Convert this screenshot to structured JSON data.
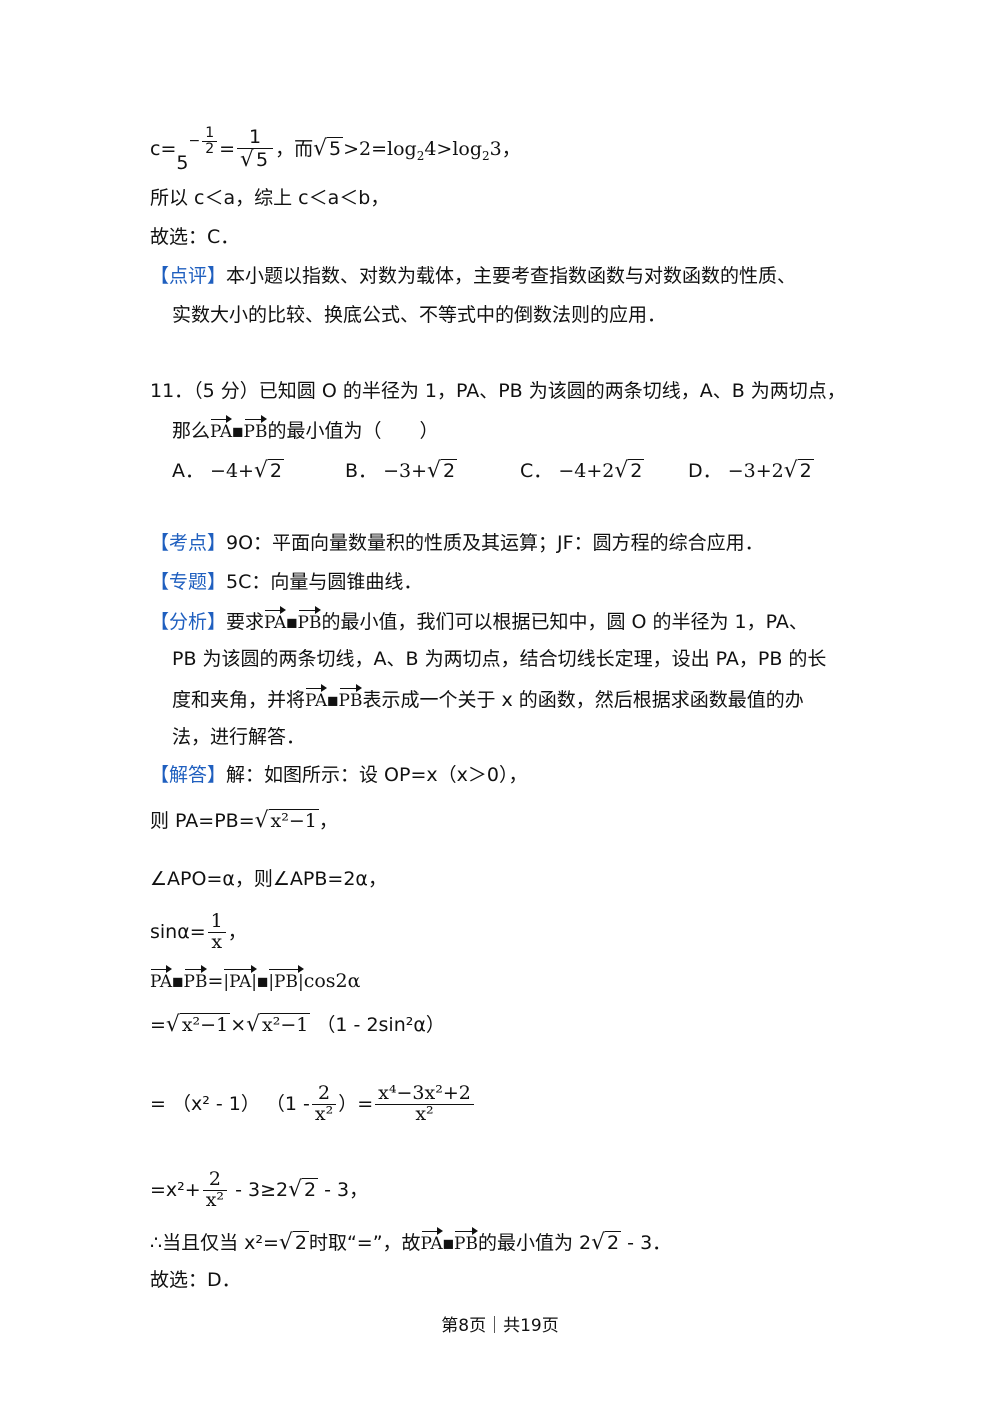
{
  "prev": {
    "line1_c": "c=",
    "line1_five": "5",
    "line1_exp_num": "1",
    "line1_exp_den": "2",
    "line1_eq": "=",
    "line1_frac_num": "1",
    "line1_frac_den": "5",
    "line1_comma": "，而",
    "line1_rad": "5",
    "line1_rest": ">2=log",
    "line1_sub2a": "2",
    "line1_four": "4>log",
    "line1_sub2b": "2",
    "line1_end": "3，",
    "line2": "所以 c＜a，综上 c＜a＜b，",
    "line3": "故选：C．",
    "review_tag": "【点评】",
    "review_1": "本小题以指数、对数为载体，主要考查指数函数与对数函数的性质、",
    "review_2": "实数大小的比较、换底公式、不等式中的倒数法则的应用．"
  },
  "q11": {
    "stem_1": "11．（5 分）已知圆 O 的半径为 1，PA、PB 为该圆的两条切线，A、B 为两切点，",
    "stem_2a": "那么",
    "stem_2b": "的最小值为（　　）",
    "vec_pa": "PA",
    "vec_pb": "PB",
    "optA_label": "A．",
    "optA_val": "−4+",
    "optA_rad": "2",
    "optB_label": "B．",
    "optB_val": "−3+",
    "optB_rad": "2",
    "optC_label": "C．",
    "optC_val": "−4+2",
    "optC_rad": "2",
    "optD_label": "D．",
    "optD_val": "−3+2",
    "optD_rad": "2"
  },
  "kaodian": {
    "tag": "【考点】",
    "text": "9O：平面向量数量积的性质及其运算；JF：圆方程的综合应用．"
  },
  "zhuanti": {
    "tag": "【专题】",
    "text": "5C：向量与圆锥曲线．"
  },
  "fenxi": {
    "tag": "【分析】",
    "l1a": "要求",
    "l1b": "的最小值，我们可以根据已知中，圆 O 的半径为 1，PA、",
    "l2": "PB 为该圆的两条切线，A、B 为两切点，结合切线长定理，设出 PA，PB 的长",
    "l3a": "度和夹角，并将",
    "l3b": "表示成一个关于 x 的函数，然后根据求函数最值的办",
    "l4": "法，进行解答．"
  },
  "jieda": {
    "tag": "【解答】",
    "l1": "解：如图所示：设 OP=x（x＞0），",
    "l2a": "则 PA=PB=",
    "l2_rad": "x²−1",
    "l2b": "，",
    "l3": "∠APO=α，则∠APB=2α，",
    "l4a": "sinα=",
    "l4_num": "1",
    "l4_den": "x",
    "l4b": "，",
    "l5_eq": "=",
    "l5_abs_pa": "|PA|",
    "l5_abs_pb": "|PB|",
    "l5_cos": "cos2α",
    "l6_eq": "=",
    "l6_rad1": "x²−1",
    "l6_times": "×",
    "l6_rad2": "x²−1",
    "l6_tail": "（1 - 2sin²α）",
    "l7a": "= （x² - 1） （1 -",
    "l7_num": "2",
    "l7_den": "x²",
    "l7b": "）=",
    "l7_num2": "x⁴−3x²+2",
    "l7_den2": "x²",
    "l8a": "=x²+",
    "l8_num": "2",
    "l8_den": "x²",
    "l8b": " - 3≥2",
    "l8_rad": "2",
    "l8c": " - 3，",
    "l9a": "∴当且仅当 x²=",
    "l9_rad": "2",
    "l9b": "时取“=”，故",
    "l9c": "的最小值为 2",
    "l9_rad2": "2",
    "l9d": " - 3．",
    "l10": "故选：D．"
  },
  "footer": "第8页｜共19页"
}
